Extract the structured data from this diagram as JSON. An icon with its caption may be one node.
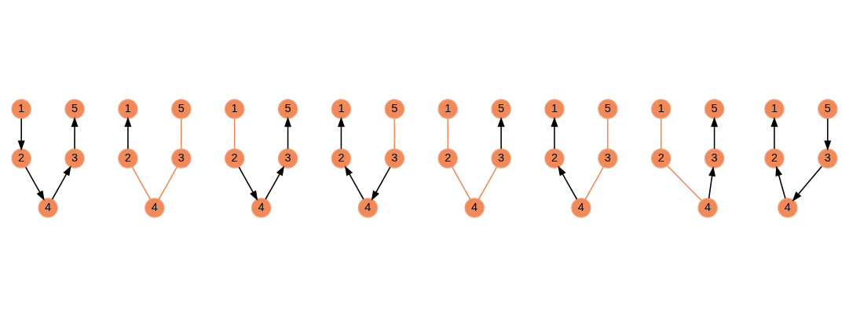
{
  "diagram": {
    "nodes": [
      {
        "text": [
          "1"
        ]
      },
      {
        "text": [
          "5"
        ]
      },
      {
        "text": [
          "2"
        ]
      },
      {
        "text": [
          "3"
        ]
      },
      {
        "text": [
          "4"
        ]
      },
      {
        "text": [
          "1"
        ]
      },
      {
        "text": [
          "5"
        ]
      },
      {
        "text": [
          "2"
        ]
      },
      {
        "text": [
          "3"
        ]
      },
      {
        "text": [
          "4"
        ]
      },
      {
        "text": [
          "1"
        ]
      },
      {
        "text": [
          "5"
        ]
      },
      {
        "text": [
          "2"
        ]
      },
      {
        "text": [
          "3"
        ]
      },
      {
        "text": [
          "4"
        ]
      },
      {
        "text": [
          "1"
        ]
      },
      {
        "text": [
          "5"
        ]
      },
      {
        "text": [
          "2"
        ]
      },
      {
        "text": [
          "3"
        ]
      },
      {
        "text": [
          "4"
        ]
      },
      {
        "text": [
          "1"
        ]
      },
      {
        "text": [
          "5"
        ]
      },
      {
        "text": [
          "2"
        ]
      },
      {
        "text": [
          "3"
        ]
      },
      {
        "text": [
          "4"
        ]
      },
      {
        "text": [
          "1"
        ]
      },
      {
        "text": [
          "5"
        ]
      },
      {
        "text": [
          "2"
        ]
      },
      {
        "text": [
          "3"
        ]
      },
      {
        "text": [
          "4"
        ]
      },
      {
        "text": [
          "1"
        ]
      },
      {
        "text": [
          "5"
        ]
      },
      {
        "text": [
          "2"
        ]
      },
      {
        "text": [
          "3"
        ]
      },
      {
        "text": [
          "4"
        ]
      },
      {
        "text": [
          "1"
        ]
      },
      {
        "text": [
          "5"
        ]
      },
      {
        "text": [
          "2"
        ]
      },
      {
        "text": [
          "3"
        ]
      },
      {
        "text": [
          "4"
        ]
      }
    ],
    "edges": [
      {
        "from": 0,
        "to": 2,
        "arrow": "to"
      },
      {
        "from": 2,
        "to": 4,
        "arrow": "to"
      },
      {
        "from": 4,
        "to": 3,
        "arrow": "to"
      },
      {
        "from": 3,
        "to": 1,
        "arrow": "to"
      },
      {
        "from": 7,
        "to": 5,
        "arrow": "to"
      },
      {
        "from": 7,
        "to": 9,
        "arrow": "none",
        "color": "#f08a5a"
      },
      {
        "from": 9,
        "to": 8,
        "arrow": "none",
        "color": "#f08a5a"
      },
      {
        "from": 8,
        "to": 6,
        "arrow": "none",
        "color": "#f08a5a"
      },
      {
        "from": 10,
        "to": 12,
        "arrow": "none",
        "color": "#f08a5a"
      },
      {
        "from": 12,
        "to": 14,
        "arrow": "to"
      },
      {
        "from": 14,
        "to": 13,
        "arrow": "to"
      },
      {
        "from": 13,
        "to": 11,
        "arrow": "to"
      },
      {
        "from": 17,
        "to": 15,
        "arrow": "to"
      },
      {
        "from": 19,
        "to": 17,
        "arrow": "to"
      },
      {
        "from": 18,
        "to": 19,
        "arrow": "to"
      },
      {
        "from": 18,
        "to": 16,
        "arrow": "none",
        "color": "#f08a5a"
      },
      {
        "from": 20,
        "to": 22,
        "arrow": "none",
        "color": "#f08a5a"
      },
      {
        "from": 22,
        "to": 24,
        "arrow": "none",
        "color": "#f08a5a"
      },
      {
        "from": 24,
        "to": 23,
        "arrow": "none",
        "color": "#f08a5a"
      },
      {
        "from": 23,
        "to": 21,
        "arrow": "to"
      },
      {
        "from": 27,
        "to": 25,
        "arrow": "to"
      },
      {
        "from": 29,
        "to": 27,
        "arrow": "to"
      },
      {
        "from": 29,
        "to": 28,
        "arrow": "none",
        "color": "#f08a5a"
      },
      {
        "from": 28,
        "to": 26,
        "arrow": "none",
        "color": "#f08a5a"
      },
      {
        "from": 30,
        "to": 32,
        "arrow": "none",
        "color": "#f08a5a"
      },
      {
        "from": 32,
        "to": 34,
        "arrow": "none",
        "color": "#f08a5a"
      },
      {
        "from": 34,
        "to": 33,
        "arrow": "to"
      },
      {
        "from": 33,
        "to": 31,
        "arrow": "to"
      },
      {
        "from": 37,
        "to": 35,
        "arrow": "to"
      },
      {
        "from": 39,
        "to": 37,
        "arrow": "to"
      },
      {
        "from": 38,
        "to": 39,
        "arrow": "to"
      },
      {
        "from": 36,
        "to": 38,
        "arrow": "to"
      }
    ]
  }
}
